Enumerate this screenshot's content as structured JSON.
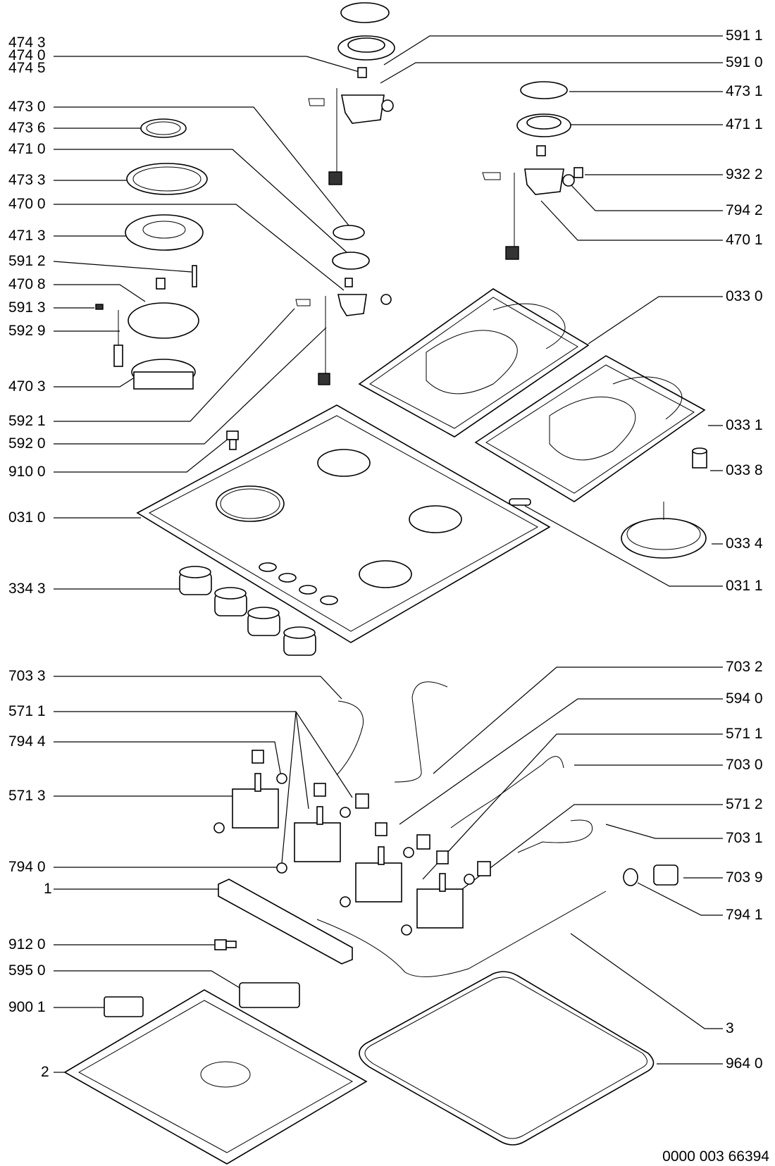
{
  "labels_left": [
    {
      "id": "l-4743",
      "text": "474 3"
    },
    {
      "id": "l-4740",
      "text": "474 0"
    },
    {
      "id": "l-4745",
      "text": "474 5"
    },
    {
      "id": "l-4730",
      "text": "473 0"
    },
    {
      "id": "l-4736",
      "text": "473 6"
    },
    {
      "id": "l-4710",
      "text": "471 0"
    },
    {
      "id": "l-4733",
      "text": "473 3"
    },
    {
      "id": "l-4700",
      "text": "470 0"
    },
    {
      "id": "l-4713",
      "text": "471 3"
    },
    {
      "id": "l-5912",
      "text": "591 2"
    },
    {
      "id": "l-4708",
      "text": "470 8"
    },
    {
      "id": "l-5913",
      "text": "591 3"
    },
    {
      "id": "l-5929",
      "text": "592 9"
    },
    {
      "id": "l-4703",
      "text": "470 3"
    },
    {
      "id": "l-5921",
      "text": "592 1"
    },
    {
      "id": "l-5920",
      "text": "592 0"
    },
    {
      "id": "l-9100",
      "text": "910 0"
    },
    {
      "id": "l-0310",
      "text": "031 0"
    },
    {
      "id": "l-3343",
      "text": "334 3"
    },
    {
      "id": "l-7033",
      "text": "703 3"
    },
    {
      "id": "l-5711",
      "text": "571 1"
    },
    {
      "id": "l-7944",
      "text": "794 4"
    },
    {
      "id": "l-5713",
      "text": "571 3"
    },
    {
      "id": "l-7940",
      "text": "794 0"
    },
    {
      "id": "l-1",
      "text": "1"
    },
    {
      "id": "l-9120",
      "text": "912 0"
    },
    {
      "id": "l-5950",
      "text": "595 0"
    },
    {
      "id": "l-9001",
      "text": "900 1"
    },
    {
      "id": "l-2",
      "text": "2"
    }
  ],
  "labels_right": [
    {
      "id": "r-5911",
      "text": "591 1"
    },
    {
      "id": "r-5910",
      "text": "591 0"
    },
    {
      "id": "r-4731",
      "text": "473 1"
    },
    {
      "id": "r-4711",
      "text": "471 1"
    },
    {
      "id": "r-9322",
      "text": "932 2"
    },
    {
      "id": "r-7942",
      "text": "794 2"
    },
    {
      "id": "r-4701",
      "text": "470 1"
    },
    {
      "id": "r-0330",
      "text": "033 0"
    },
    {
      "id": "r-0331",
      "text": "033 1"
    },
    {
      "id": "r-0338",
      "text": "033 8"
    },
    {
      "id": "r-0334",
      "text": "033 4"
    },
    {
      "id": "r-0311",
      "text": "031 1"
    },
    {
      "id": "r-7032",
      "text": "703 2"
    },
    {
      "id": "r-5940",
      "text": "594 0"
    },
    {
      "id": "r-5711",
      "text": "571 1"
    },
    {
      "id": "r-7030",
      "text": "703 0"
    },
    {
      "id": "r-5712",
      "text": "571 2"
    },
    {
      "id": "r-7031",
      "text": "703 1"
    },
    {
      "id": "r-7039",
      "text": "703 9"
    },
    {
      "id": "r-7941",
      "text": "794 1"
    },
    {
      "id": "r-3",
      "text": "3"
    },
    {
      "id": "r-9640",
      "text": "964 0"
    }
  ],
  "document_code": "0000 003 66394"
}
